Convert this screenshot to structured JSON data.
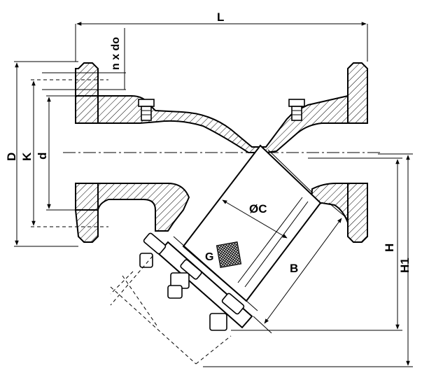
{
  "labels": {
    "L": "L",
    "n_x_do": "n x do",
    "D": "D",
    "K": "K",
    "d": "d",
    "phi_c": "ØC",
    "G": "G",
    "B": "B",
    "H": "H",
    "H1": "H1"
  }
}
